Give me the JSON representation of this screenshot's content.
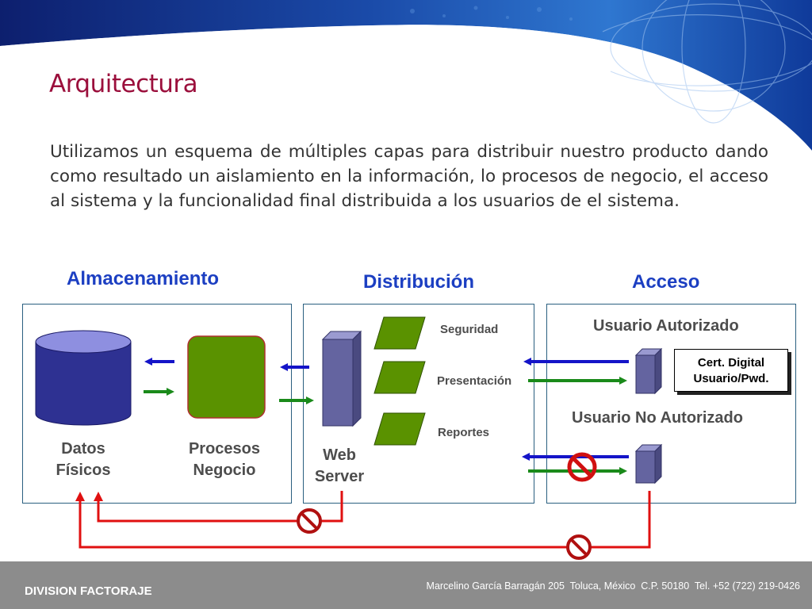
{
  "slide": {
    "title": "Arquitectura",
    "body": "Utilizamos un esquema de múltiples capas para distribuir nuestro producto dando como resultado un aislamiento en la información, lo procesos de negocio, el acceso al sistema y la funcionalidad final distribuida a los usuarios de el sistema."
  },
  "columns": {
    "storage": "Almacenamiento",
    "distribution": "Distribución",
    "access": "Acceso"
  },
  "storage": {
    "datos_line1": "Datos",
    "datos_line2": "Físicos",
    "procesos_line1": "Procesos",
    "procesos_line2": "Negocio"
  },
  "distribution": {
    "web_line1": "Web",
    "web_line2": "Server",
    "modules": [
      "Seguridad",
      "Presentación",
      "Reportes"
    ]
  },
  "access": {
    "authorized": "Usuario Autorizado",
    "unauthorized": "Usuario No Autorizado",
    "cert_line1": "Cert. Digital",
    "cert_line2": "Usuario/Pwd."
  },
  "footer": {
    "division": "DIVISION FACTORAJE",
    "address": "Marcelino García Barragán 205  Toluca, México  C.P. 50180  Tel. +52 (722) 219-0426"
  },
  "colors": {
    "title": "#9b0f3c",
    "heading": "#1c3fc2",
    "arrow_blue": "#1414c8",
    "arrow_green": "#1a8a1a",
    "arrow_red": "#e01010",
    "database": "#2e3192",
    "process": "#5a9200",
    "server": "#6464a0"
  },
  "icons": [
    "database-icon",
    "process-icon",
    "server-icon",
    "module-icon",
    "no-entry-icon",
    "arrow-icon"
  ]
}
